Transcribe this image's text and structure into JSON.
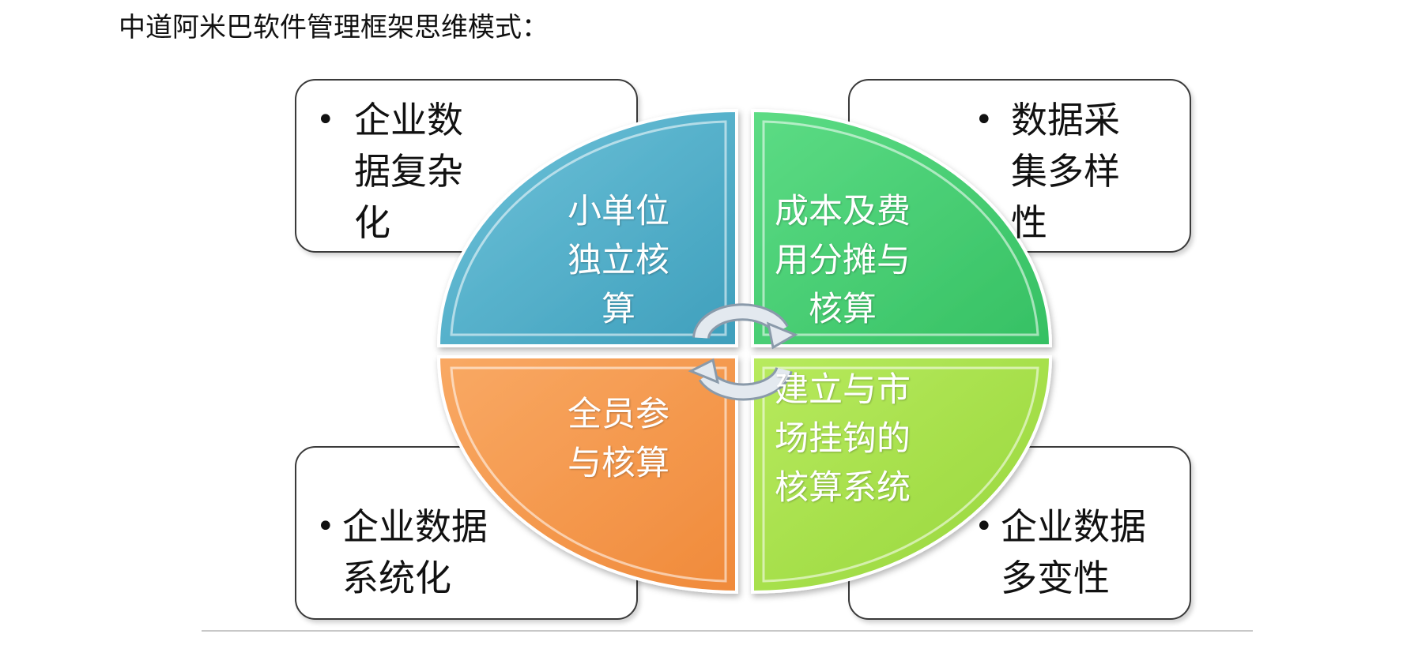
{
  "page": {
    "title": "中道阿米巴软件管理框架思维模式："
  },
  "corners": {
    "top_left": {
      "lines": [
        "企业数",
        "据复杂",
        "化"
      ]
    },
    "top_right": {
      "lines": [
        "数据采",
        "集多样",
        "性"
      ]
    },
    "bottom_left": {
      "lines": [
        "企业数据",
        "系统化"
      ]
    },
    "bottom_right": {
      "lines": [
        "企业数据",
        "多变性"
      ]
    },
    "bullet_symbol": "•"
  },
  "quadrants": {
    "top_left": {
      "lines": [
        "小单位",
        "独立核",
        "算"
      ],
      "color": "#4BACC6"
    },
    "top_right": {
      "lines": [
        "成本及费",
        "用分摊与",
        "核算"
      ],
      "color": "#46D070"
    },
    "bottom_left": {
      "lines": [
        "全员参",
        "与核算"
      ],
      "color": "#F79646"
    },
    "bottom_right": {
      "lines": [
        "建立与市",
        "场挂钩的",
        "核算系统"
      ],
      "color": "#A6E04A"
    }
  },
  "colors": {
    "box_border": "#3a3a3a",
    "cycle_arrow": "#D9E1EA"
  },
  "icons": {
    "center": "cycle-arrows-icon"
  }
}
